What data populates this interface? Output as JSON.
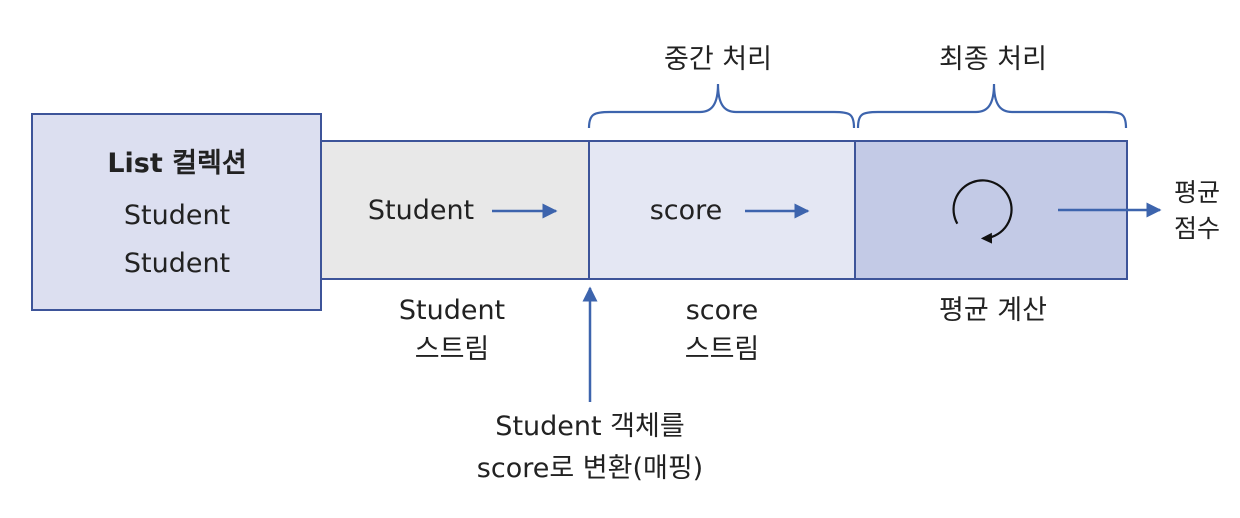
{
  "colors": {
    "list_box_fill": "#dcdff0",
    "student_stream_fill": "#e8e8e8",
    "score_stream_fill": "#e4e7f3",
    "final_fill": "#c3cae6",
    "border": "#3d5499",
    "arrow": "#3d64ad",
    "text": "#222222"
  },
  "list_collection": {
    "title": "List 컬렉션",
    "item1": "Student",
    "item2": "Student"
  },
  "student_segment": {
    "inner_label": "Student",
    "caption_line1": "Student",
    "caption_line2": "스트림"
  },
  "score_segment": {
    "inner_label": "score",
    "caption_line1": "score",
    "caption_line2": "스트림"
  },
  "final_segment": {
    "icon": "rotate-clockwise-icon",
    "caption": "평균 계산"
  },
  "brackets": {
    "intermediate": "중간 처리",
    "final": "최종 처리"
  },
  "output": {
    "line1": "평균",
    "line2": "점수"
  },
  "mapping_note": {
    "line1": "Student 객체를",
    "line2": "score로 변환(매핑)"
  }
}
